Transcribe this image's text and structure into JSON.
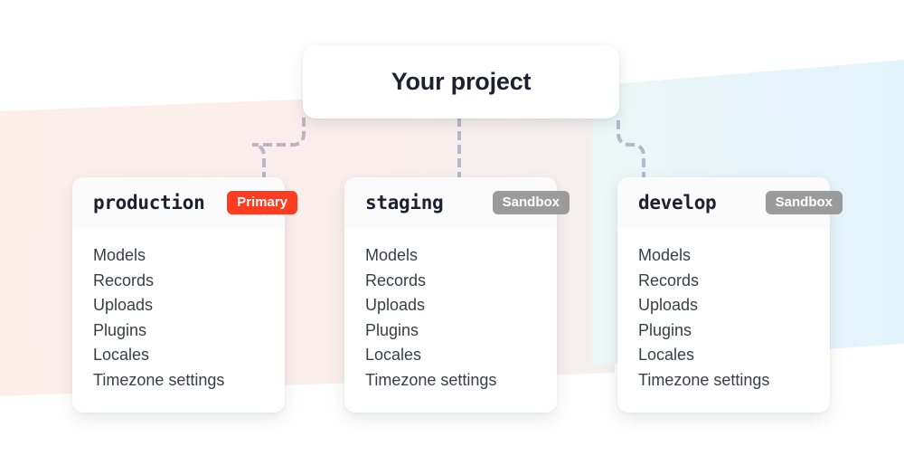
{
  "project": {
    "title": "Your project"
  },
  "environments": [
    {
      "name": "production",
      "badge": "Primary",
      "badge_kind": "primary",
      "badge_color": "#ff3c1f",
      "features": [
        "Models",
        "Records",
        "Uploads",
        "Plugins",
        "Locales",
        "Timezone settings"
      ]
    },
    {
      "name": "staging",
      "badge": "Sandbox",
      "badge_kind": "sandbox",
      "badge_color": "#9b9b9b",
      "features": [
        "Models",
        "Records",
        "Uploads",
        "Plugins",
        "Locales",
        "Timezone settings"
      ]
    },
    {
      "name": "develop",
      "badge": "Sandbox",
      "badge_kind": "sandbox",
      "badge_color": "#9b9b9b",
      "features": [
        "Models",
        "Records",
        "Uploads",
        "Plugins",
        "Locales",
        "Timezone settings"
      ]
    }
  ],
  "theme": {
    "band_left_color": "#fbeeeb",
    "band_right_color": "#e4f5fa",
    "connector_color": "#a9aec4",
    "card_background": "#ffffff",
    "text_color": "#1c2031"
  }
}
